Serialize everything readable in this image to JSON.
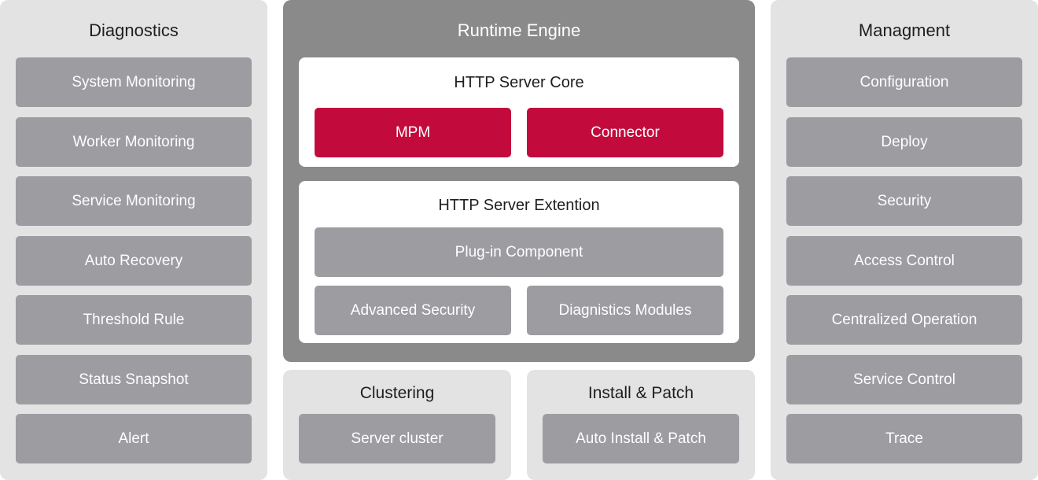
{
  "diagnostics": {
    "title": "Diagnostics",
    "items": [
      "System Monitoring",
      "Worker Monitoring",
      "Service Monitoring",
      "Auto Recovery",
      "Threshold Rule",
      "Status Snapshot",
      "Alert"
    ]
  },
  "runtime": {
    "title": "Runtime Engine",
    "core": {
      "title": "HTTP Server Core",
      "items": [
        "MPM",
        "Connector"
      ]
    },
    "extension": {
      "title": "HTTP Server Extention",
      "plugin": "Plug-in Component",
      "items": [
        "Advanced Security",
        "Diagnistics Modules"
      ]
    }
  },
  "clustering": {
    "title": "Clustering",
    "item": "Server cluster"
  },
  "install": {
    "title": "Install & Patch",
    "item": "Auto Install & Patch"
  },
  "management": {
    "title": "Managment",
    "items": [
      "Configuration",
      "Deploy",
      "Security",
      "Access Control",
      "Centralized Operation",
      "Service Control",
      "Trace"
    ]
  },
  "colors": {
    "panel_light": "#e3e3e3",
    "panel_dark": "#8a8a8a",
    "box_gray": "#9c9ca1",
    "accent_red": "#c20b3c"
  }
}
